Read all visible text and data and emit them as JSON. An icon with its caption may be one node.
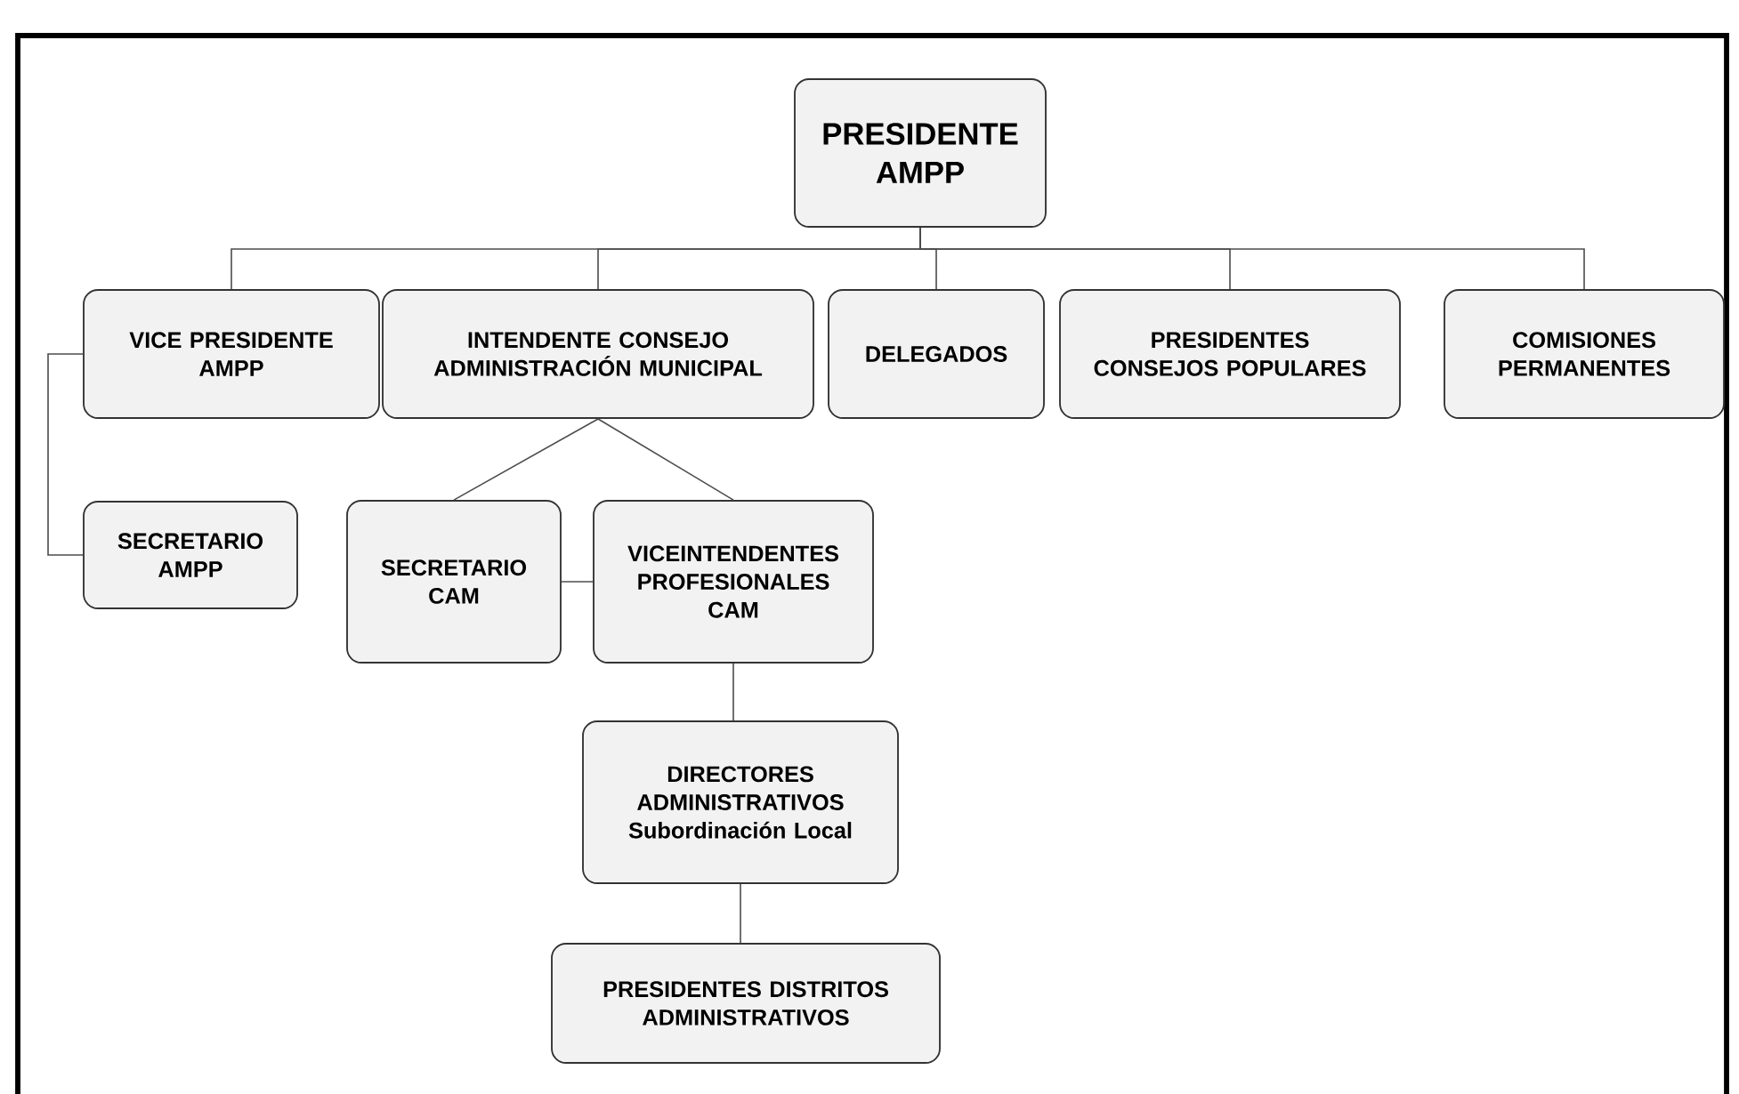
{
  "diagram": {
    "nodes": [
      {
        "text": [
          "PRESIDENTE AMPP"
        ]
      },
      {
        "text": [
          "VICE PRESIDENTE AMPP"
        ]
      },
      {
        "text": [
          "INTENDENTE CONSEJO ADMINISTRACIÓN MUNICIPAL"
        ]
      },
      {
        "text": [
          "DELEGADOS"
        ]
      },
      {
        "text": [
          "PRESIDENTES CONSEJOS POPULARES"
        ]
      },
      {
        "text": [
          "COMISIONES PERMANENTES"
        ]
      },
      {
        "text": [
          "SECRETARIO AMPP"
        ]
      },
      {
        "text": [
          "SECRETARIO CAM"
        ]
      },
      {
        "text": [
          "VICEINTENDENTES PROFESIONALES CAM"
        ]
      },
      {
        "text": [
          "DIRECTORES ADMINISTRATIVOS Subordinación Local"
        ]
      },
      {
        "text": [
          "PRESIDENTES DISTRITOS ADMINISTRATIVOS"
        ]
      }
    ],
    "edges": [
      {
        "from": 0,
        "to": 1,
        "arrow": "none"
      },
      {
        "from": 0,
        "to": 2,
        "arrow": "none"
      },
      {
        "from": 0,
        "to": 3,
        "arrow": "none"
      },
      {
        "from": 0,
        "to": 4,
        "arrow": "none"
      },
      {
        "from": 0,
        "to": 5,
        "arrow": "none"
      },
      {
        "from": 1,
        "to": 6,
        "arrow": "none"
      },
      {
        "from": 2,
        "to": 7,
        "arrow": "none"
      },
      {
        "from": 2,
        "to": 8,
        "arrow": "none"
      },
      {
        "from": 7,
        "to": 8,
        "arrow": "none"
      },
      {
        "from": 8,
        "to": 9,
        "arrow": "none"
      },
      {
        "from": 9,
        "to": 10,
        "arrow": "none"
      }
    ]
  }
}
